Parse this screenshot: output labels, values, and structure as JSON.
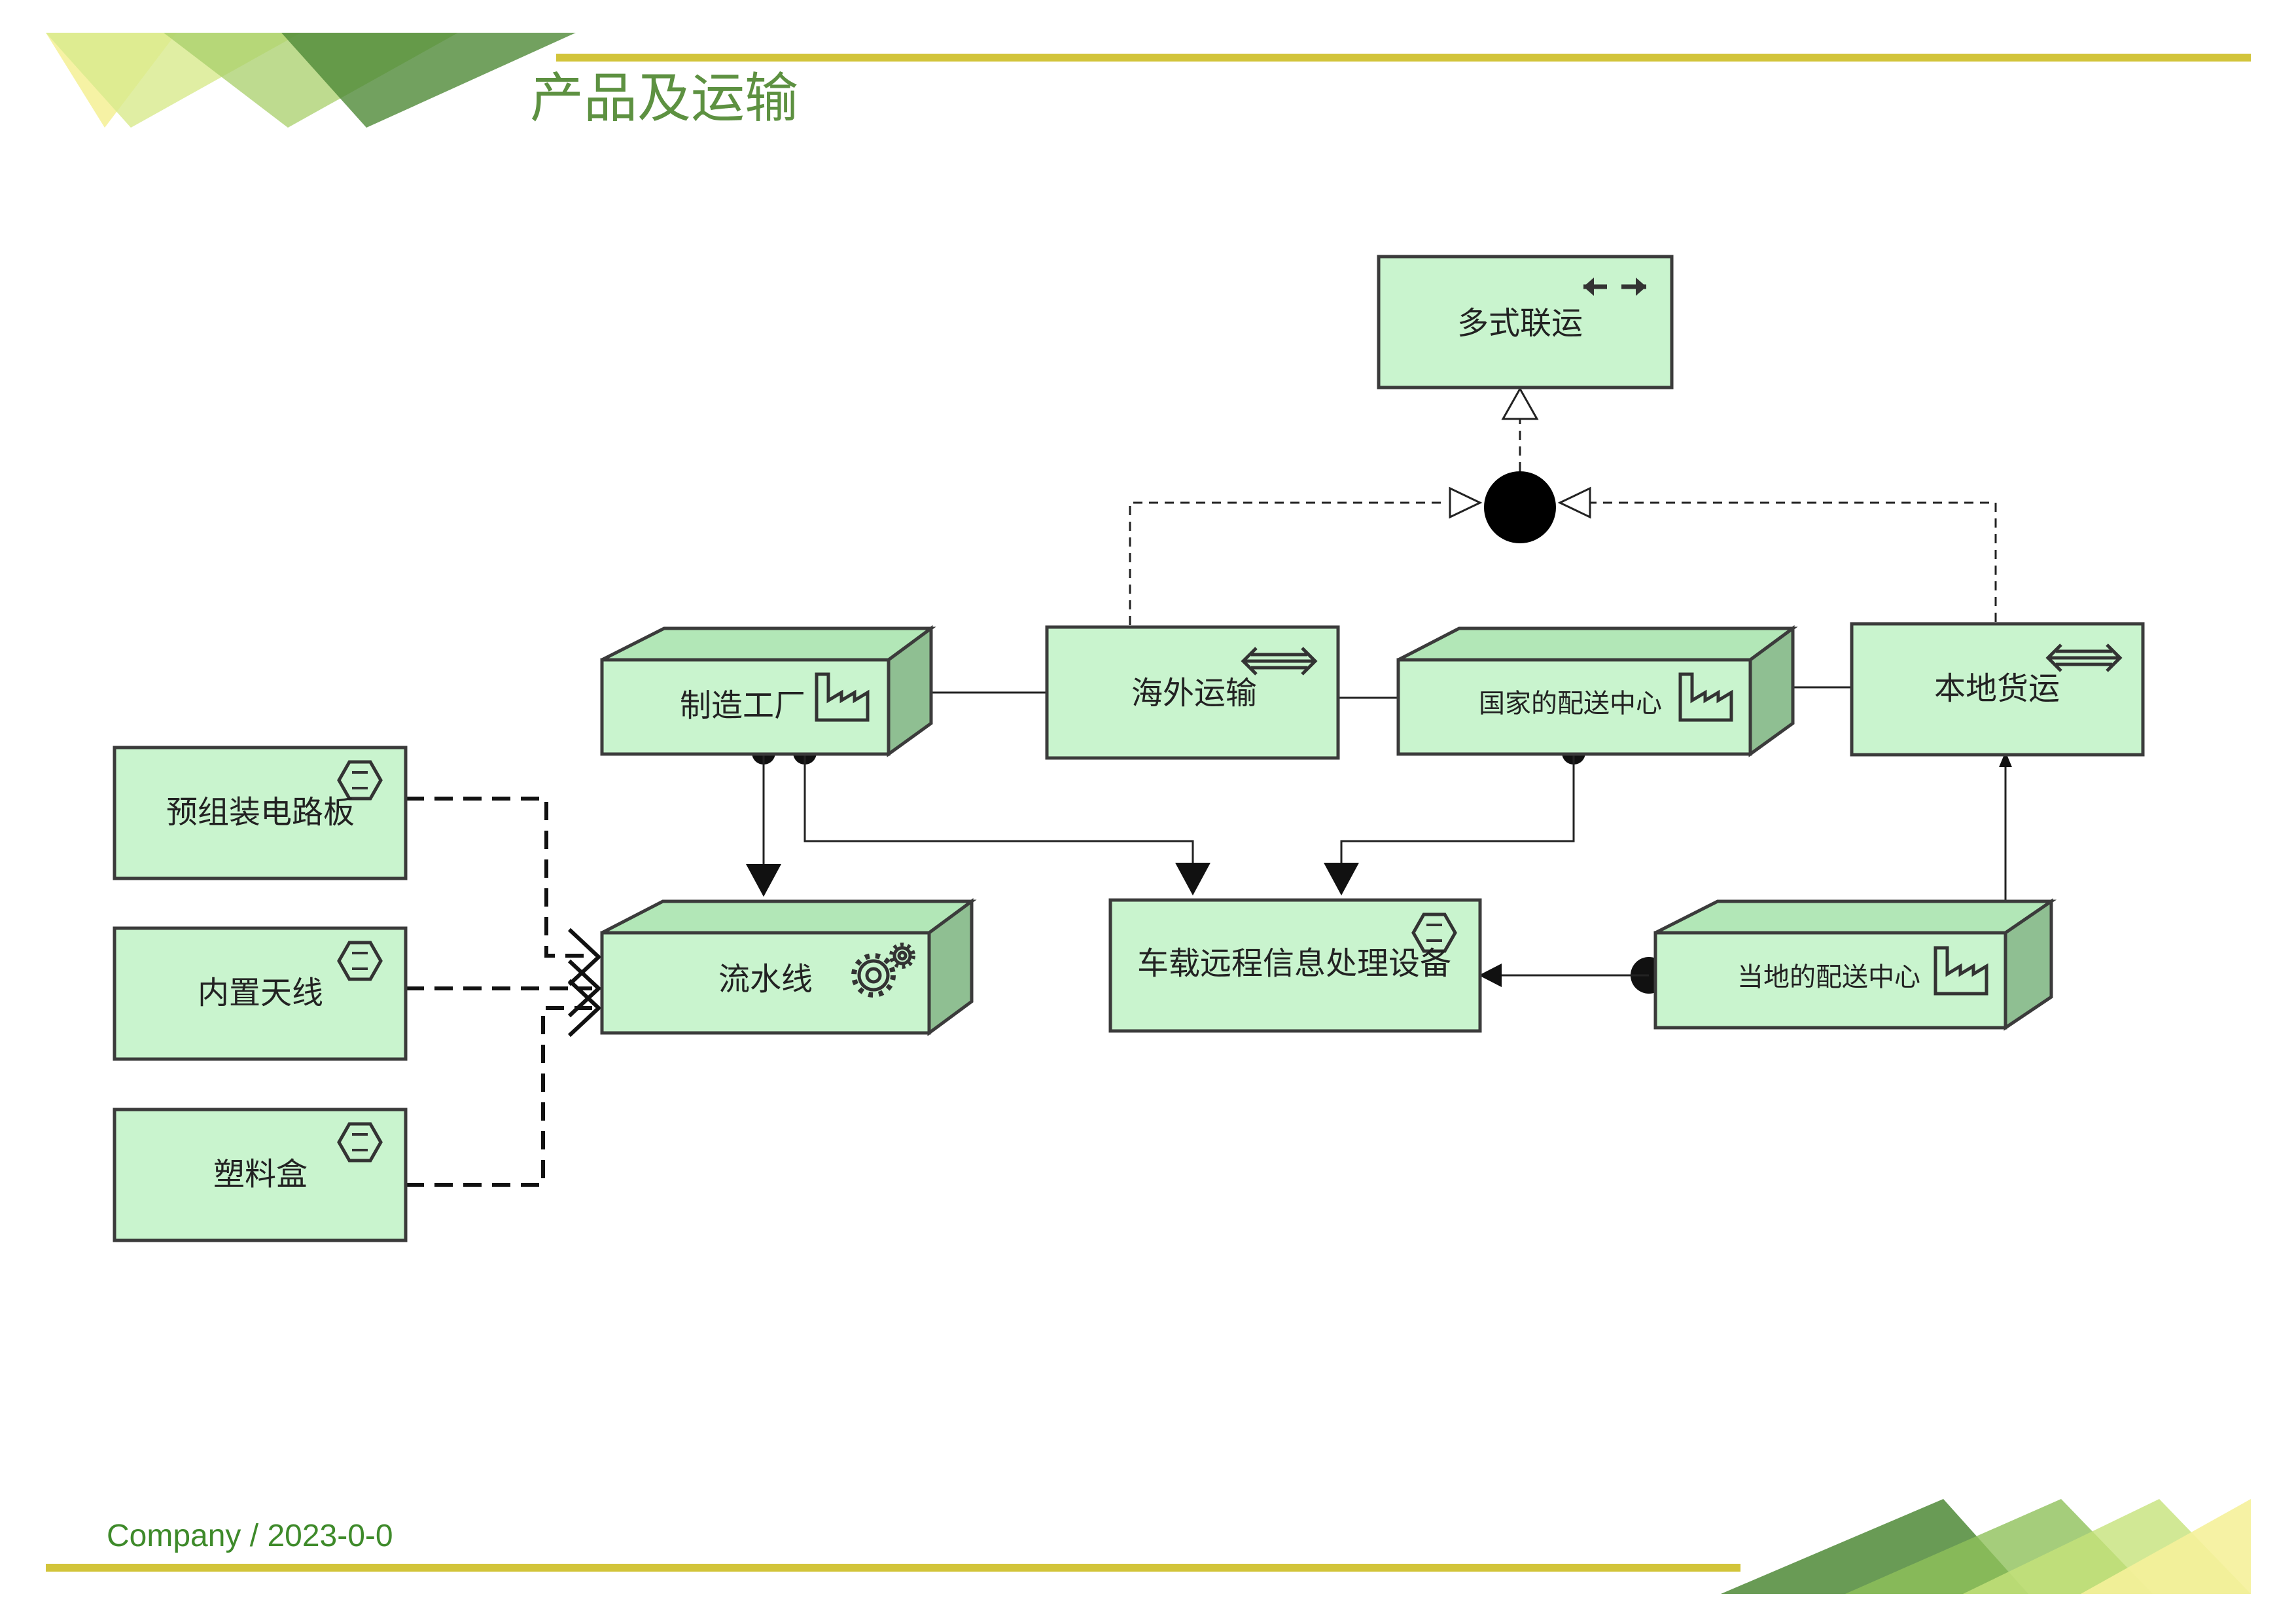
{
  "page": {
    "title": "产品及运输",
    "footer": "Company / 2023-0-0"
  },
  "colors": {
    "accent_line": "#d2c43a",
    "title": "#5d9141",
    "footer": "#3e8a2a",
    "node_fill": "#c9f4ce",
    "node_top": "#b2e7b7",
    "node_side": "#8fbf92"
  },
  "nodes": {
    "multimodal": {
      "label": "多式联运",
      "icon": "bidirectional-arrows-icon"
    },
    "factory": {
      "label": "制造工厂",
      "icon": "factory-icon"
    },
    "overseas": {
      "label": "海外运输",
      "icon": "transport-arrows-icon"
    },
    "national_dc": {
      "label": "国家的配送中心",
      "icon": "factory-icon"
    },
    "local_freight": {
      "label": "本地货运",
      "icon": "transport-arrows-icon"
    },
    "pcb": {
      "label": "预组装电路板",
      "icon": "product-hexagon-icon"
    },
    "antenna": {
      "label": "内置天线",
      "icon": "product-hexagon-icon"
    },
    "plastic_box": {
      "label": "塑料盒",
      "icon": "product-hexagon-icon"
    },
    "assembly_line": {
      "label": "流水线",
      "icon": "gears-icon"
    },
    "telematics": {
      "label": "车载远程信息处理设备",
      "icon": "product-hexagon-icon"
    },
    "local_dc": {
      "label": "当地的配送中心",
      "icon": "factory-icon"
    }
  }
}
